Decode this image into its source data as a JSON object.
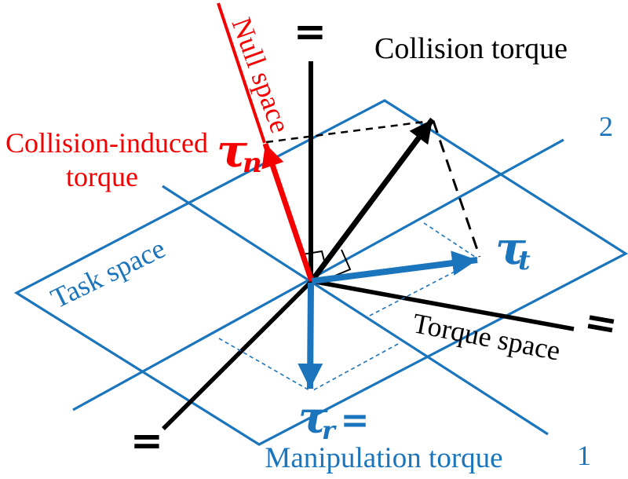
{
  "figure": {
    "description": "Vector diagram decomposing a collision torque into null-space and task-space components in robot joint torque space"
  },
  "colors": {
    "blue": "#1B75BC",
    "red": "#F40000",
    "black": "#000000",
    "background": "#FFFFFF"
  },
  "labels": {
    "collision_torque": "Collision torque",
    "collision_induced_l1": "Collision-induced",
    "collision_induced_l2": "torque",
    "null_space": "Null space",
    "task_space": "Task space",
    "torque_space": "Torque space",
    "manipulation_torque": "Manipulation torque",
    "tau": "τ",
    "sub_n": "n",
    "sub_t": "t",
    "sub_r": "r",
    "equals_top": "=",
    "equals_left": "=",
    "equals_right": "=",
    "equals_tau_r": "=",
    "axis_1": "1",
    "axis_2": "2"
  }
}
